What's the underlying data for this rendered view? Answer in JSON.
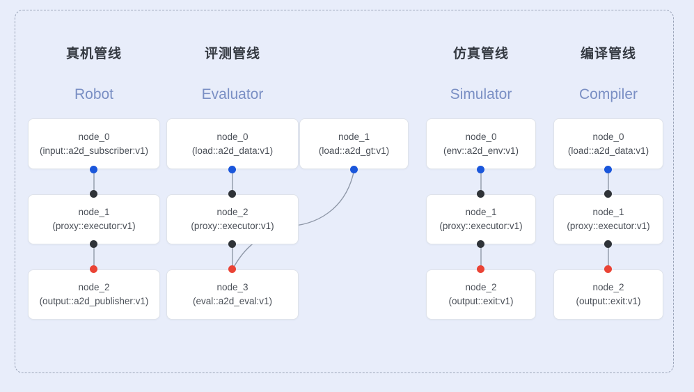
{
  "diagram": {
    "background_color": "#e8edfa",
    "frame_border_color": "#9aa4b8",
    "port_colors": {
      "input": "#1a56db",
      "middle": "#2f3338",
      "output": "#ea4335"
    },
    "columns": [
      {
        "id": "robot",
        "title_cn": "真机管线",
        "title_en": "Robot",
        "nodes": [
          {
            "name": "node_0",
            "spec": "(input::a2d_subscriber:v1)"
          },
          {
            "name": "node_1",
            "spec": "(proxy::executor:v1)"
          },
          {
            "name": "node_2",
            "spec": "(output::a2d_publisher:v1)"
          }
        ]
      },
      {
        "id": "evaluator",
        "title_cn": "评测管线",
        "title_en": "Evaluator",
        "nodes": [
          {
            "name": "node_0",
            "spec": "(load::a2d_data:v1)"
          },
          {
            "name": "node_2",
            "spec": "(proxy::executor:v1)"
          },
          {
            "name": "node_3",
            "spec": "(eval::a2d_eval:v1)"
          }
        ],
        "side_nodes": [
          {
            "name": "node_1",
            "spec": "(load::a2d_gt:v1)"
          }
        ]
      },
      {
        "id": "simulator",
        "title_cn": "仿真管线",
        "title_en": "Simulator",
        "nodes": [
          {
            "name": "node_0",
            "spec": "(env::a2d_env:v1)"
          },
          {
            "name": "node_1",
            "spec": "(proxy::executor:v1)"
          },
          {
            "name": "node_2",
            "spec": "(output::exit:v1)"
          }
        ]
      },
      {
        "id": "compiler",
        "title_cn": "编译管线",
        "title_en": "Compiler",
        "nodes": [
          {
            "name": "node_0",
            "spec": "(load::a2d_data:v1)"
          },
          {
            "name": "node_1",
            "spec": "(proxy::executor:v1)"
          },
          {
            "name": "node_2",
            "spec": "(output::exit:v1)"
          }
        ]
      }
    ]
  }
}
